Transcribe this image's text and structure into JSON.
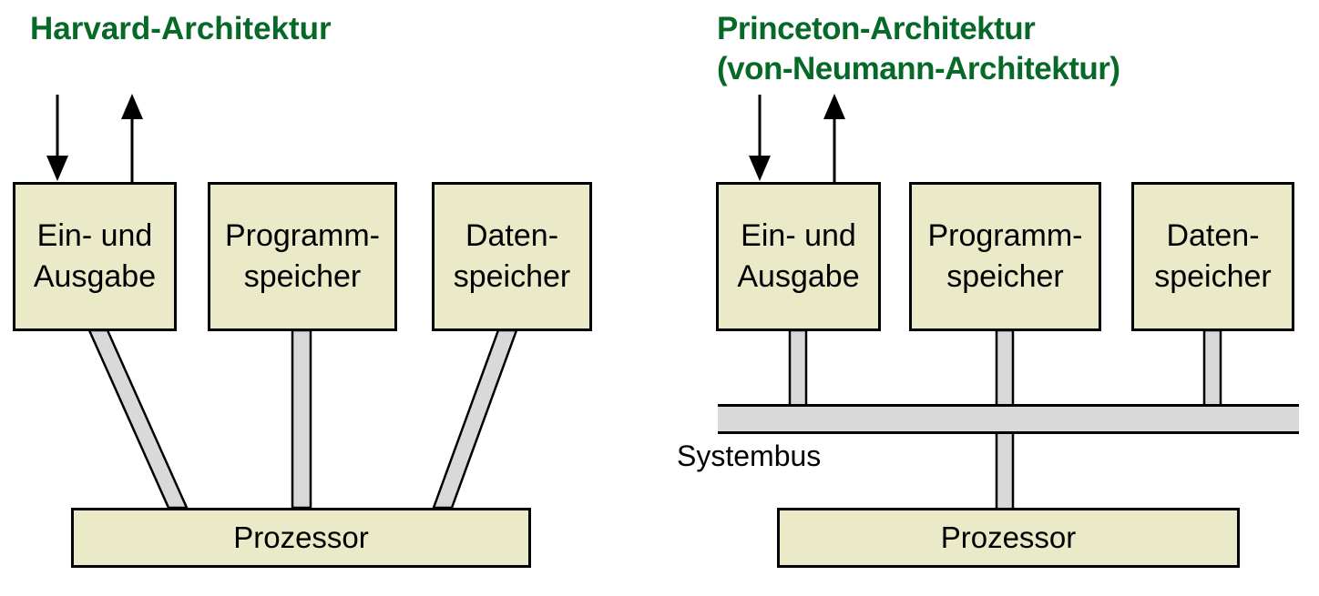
{
  "left": {
    "title": "Harvard-Architektur",
    "boxes": [
      {
        "line1": "Ein- und",
        "line2": "Ausgabe"
      },
      {
        "line1": "Programm-",
        "line2": "speicher"
      },
      {
        "line1": "Daten-",
        "line2": "speicher"
      }
    ],
    "processor": "Prozessor"
  },
  "right": {
    "title_line1": "Princeton-Architektur",
    "title_line2": "(von-Neumann-Architektur)",
    "boxes": [
      {
        "line1": "Ein- und",
        "line2": "Ausgabe"
      },
      {
        "line1": "Programm-",
        "line2": "speicher"
      },
      {
        "line1": "Daten-",
        "line2": "speicher"
      }
    ],
    "bus_label": "Systembus",
    "processor": "Prozessor"
  },
  "colors": {
    "title_green": "#066928",
    "box_fill": "#EAEAC9",
    "connector_fill": "#D9D9D9",
    "outline": "#000000"
  }
}
